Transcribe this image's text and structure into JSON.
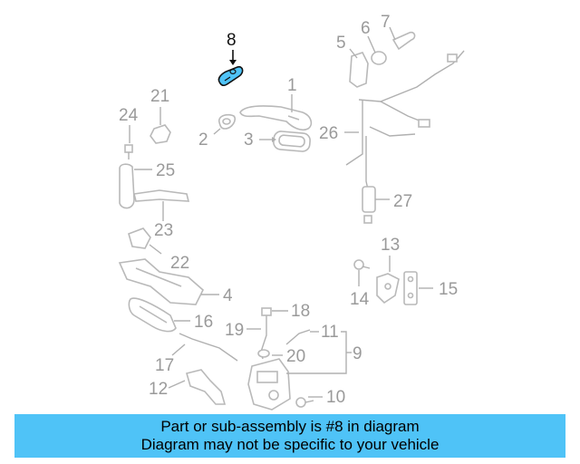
{
  "highlighted_part": "8",
  "callouts": [
    "1",
    "2",
    "3",
    "4",
    "5",
    "6",
    "7",
    "8",
    "9",
    "10",
    "11",
    "12",
    "13",
    "14",
    "15",
    "16",
    "17",
    "18",
    "19",
    "20",
    "21",
    "22",
    "23",
    "24",
    "25",
    "26",
    "27"
  ],
  "banner": {
    "line1": "Part or sub-assembly is #8 in diagram",
    "line2": "Diagram may not be specific to your vehicle"
  },
  "colors": {
    "banner_bg": "#4fc3f7",
    "highlight_fill": "#4fc3f7",
    "part_stroke": "#b9b9b9"
  }
}
